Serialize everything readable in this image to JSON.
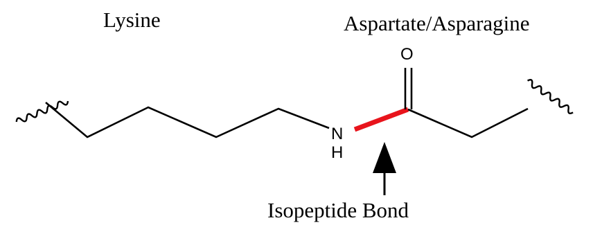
{
  "labels": {
    "left_residue": "Lysine",
    "right_residue": "Aspartate/Asparagine",
    "bond_name": "Isopeptide Bond"
  },
  "atoms": {
    "oxygen": "O",
    "nitrogen": "N",
    "hydrogen": "H"
  },
  "colors": {
    "isopeptide_bond": "#e8141c",
    "skeleton": "#000000",
    "background": "#ffffff"
  }
}
